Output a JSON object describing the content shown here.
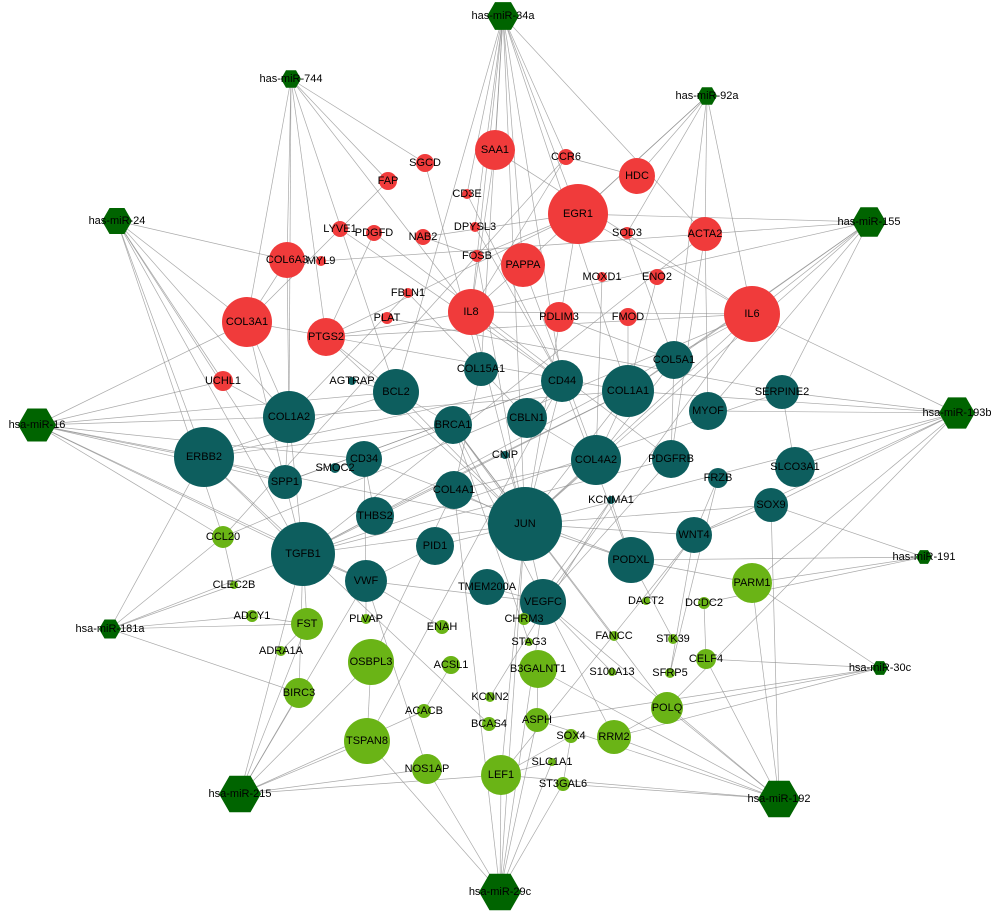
{
  "colors": {
    "mirna": "#006400",
    "upregulated": "#f03b3b",
    "hub": "#0d5e5e",
    "downregulated": "#6ab416",
    "edge": "#8c8c8c"
  },
  "nodes": [
    {
      "id": "hsa-miR-34a",
      "label": "has-miR-34a",
      "group": "mirna"
    },
    {
      "id": "hsa-miR-744",
      "label": "has-miR-744",
      "group": "mirna"
    },
    {
      "id": "hsa-miR-92a",
      "label": "has-miR-92a",
      "group": "mirna"
    },
    {
      "id": "hsa-miR-24",
      "label": "has-miR-24",
      "group": "mirna"
    },
    {
      "id": "hsa-miR-155",
      "label": "has-miR-155",
      "group": "mirna"
    },
    {
      "id": "hsa-miR-16",
      "label": "hsa-miR-16",
      "group": "mirna"
    },
    {
      "id": "hsa-miR-193b",
      "label": "hsa-miR-193b",
      "group": "mirna"
    },
    {
      "id": "hsa-miR-191",
      "label": "has-miR-191",
      "group": "mirna"
    },
    {
      "id": "hsa-miR-181a",
      "label": "hsa-miR-181a",
      "group": "mirna"
    },
    {
      "id": "hsa-miR-30c",
      "label": "hsa-miR-30c",
      "group": "mirna"
    },
    {
      "id": "hsa-miR-215",
      "label": "hsa-miR-215",
      "group": "mirna"
    },
    {
      "id": "hsa-miR-192",
      "label": "hsa-miR-192",
      "group": "mirna"
    },
    {
      "id": "hsa-miR-29c",
      "label": "hsa-miR-29c",
      "group": "mirna"
    },
    {
      "id": "SAA1",
      "label": "SAA1",
      "group": "upregulated"
    },
    {
      "id": "CCR6",
      "label": "CCR6",
      "group": "upregulated"
    },
    {
      "id": "SGCD",
      "label": "SGCD",
      "group": "upregulated"
    },
    {
      "id": "HDC",
      "label": "HDC",
      "group": "upregulated"
    },
    {
      "id": "FAP",
      "label": "FAP",
      "group": "upregulated"
    },
    {
      "id": "CD3E",
      "label": "CD3E",
      "group": "upregulated"
    },
    {
      "id": "EGR1",
      "label": "EGR1",
      "group": "upregulated"
    },
    {
      "id": "LYVE1",
      "label": "LYVE1",
      "group": "upregulated"
    },
    {
      "id": "PDGFD",
      "label": "PDGFD",
      "group": "upregulated"
    },
    {
      "id": "DPYSL3",
      "label": "DPYSL3",
      "group": "upregulated"
    },
    {
      "id": "SOD3",
      "label": "SOD3",
      "group": "upregulated"
    },
    {
      "id": "ACTA2",
      "label": "ACTA2",
      "group": "upregulated"
    },
    {
      "id": "NAB2",
      "label": "NAB2",
      "group": "upregulated"
    },
    {
      "id": "COL6A3",
      "label": "COL6A3",
      "group": "upregulated"
    },
    {
      "id": "MYL9",
      "label": "MYL9",
      "group": "upregulated"
    },
    {
      "id": "FOSB",
      "label": "FOSB",
      "group": "upregulated"
    },
    {
      "id": "PAPPA",
      "label": "PAPPA",
      "group": "upregulated"
    },
    {
      "id": "MOXD1",
      "label": "MOXD1",
      "group": "upregulated"
    },
    {
      "id": "ENO2",
      "label": "ENO2",
      "group": "upregulated"
    },
    {
      "id": "FBLN1",
      "label": "FBLN1",
      "group": "upregulated"
    },
    {
      "id": "COL3A1",
      "label": "COL3A1",
      "group": "upregulated"
    },
    {
      "id": "PLAT",
      "label": "PLAT",
      "group": "upregulated"
    },
    {
      "id": "IL8",
      "label": "IL8",
      "group": "upregulated"
    },
    {
      "id": "PDLIM3",
      "label": "PDLIM3",
      "group": "upregulated"
    },
    {
      "id": "FMOD",
      "label": "FMOD",
      "group": "upregulated"
    },
    {
      "id": "IL6",
      "label": "IL6",
      "group": "upregulated"
    },
    {
      "id": "PTGS2",
      "label": "PTGS2",
      "group": "upregulated"
    },
    {
      "id": "UCHL1",
      "label": "UCHL1",
      "group": "upregulated"
    },
    {
      "id": "AGTRAP",
      "label": "AGTRAP",
      "group": "hub"
    },
    {
      "id": "COL15A1",
      "label": "COL15A1",
      "group": "hub"
    },
    {
      "id": "CD44",
      "label": "CD44",
      "group": "hub"
    },
    {
      "id": "COL5A1",
      "label": "COL5A1",
      "group": "hub"
    },
    {
      "id": "BCL2",
      "label": "BCL2",
      "group": "hub"
    },
    {
      "id": "COL1A1",
      "label": "COL1A1",
      "group": "hub"
    },
    {
      "id": "SERPINE2",
      "label": "SERPINE2",
      "group": "hub"
    },
    {
      "id": "COL1A2",
      "label": "COL1A2",
      "group": "hub"
    },
    {
      "id": "BRCA1",
      "label": "BRCA1",
      "group": "hub"
    },
    {
      "id": "CBLN1",
      "label": "CBLN1",
      "group": "hub"
    },
    {
      "id": "MYOF",
      "label": "MYOF",
      "group": "hub"
    },
    {
      "id": "ERBB2",
      "label": "ERBB2",
      "group": "hub"
    },
    {
      "id": "CD34",
      "label": "CD34",
      "group": "hub"
    },
    {
      "id": "CNIP",
      "label": "CNIP",
      "group": "hub"
    },
    {
      "id": "COL4A2",
      "label": "COL4A2",
      "group": "hub"
    },
    {
      "id": "PDGFRB",
      "label": "PDGFRB",
      "group": "hub"
    },
    {
      "id": "SLCO3A1",
      "label": "SLCO3A1",
      "group": "hub"
    },
    {
      "id": "SMOC2",
      "label": "SMOC2",
      "group": "hub"
    },
    {
      "id": "SPP1",
      "label": "SPP1",
      "group": "hub"
    },
    {
      "id": "COL4A1",
      "label": "COL4A1",
      "group": "hub"
    },
    {
      "id": "FRZB",
      "label": "FRZB",
      "group": "hub"
    },
    {
      "id": "KCNMA1",
      "label": "KCNMA1",
      "group": "hub"
    },
    {
      "id": "THBS2",
      "label": "THBS2",
      "group": "hub"
    },
    {
      "id": "JUN",
      "label": "JUN",
      "group": "hub"
    },
    {
      "id": "SOX9",
      "label": "SOX9",
      "group": "hub"
    },
    {
      "id": "WNT4",
      "label": "WNT4",
      "group": "hub"
    },
    {
      "id": "TGFB1",
      "label": "TGFB1",
      "group": "hub"
    },
    {
      "id": "PID1",
      "label": "PID1",
      "group": "hub"
    },
    {
      "id": "PODXL",
      "label": "PODXL",
      "group": "hub"
    },
    {
      "id": "VWF",
      "label": "VWF",
      "group": "hub"
    },
    {
      "id": "TMEM200A",
      "label": "TMEM200A",
      "group": "hub"
    },
    {
      "id": "VEGFC",
      "label": "VEGFC",
      "group": "hub"
    },
    {
      "id": "CCL20",
      "label": "CCL20",
      "group": "downregulated"
    },
    {
      "id": "CLEC2B",
      "label": "CLEC2B",
      "group": "downregulated"
    },
    {
      "id": "PARM1",
      "label": "PARM1",
      "group": "downregulated"
    },
    {
      "id": "DACT2",
      "label": "DACT2",
      "group": "downregulated"
    },
    {
      "id": "DCDC2",
      "label": "DCDC2",
      "group": "downregulated"
    },
    {
      "id": "ADCY1",
      "label": "ADCY1",
      "group": "downregulated"
    },
    {
      "id": "FST",
      "label": "FST",
      "group": "downregulated"
    },
    {
      "id": "PLVAP",
      "label": "PLVAP",
      "group": "downregulated"
    },
    {
      "id": "CHRM3",
      "label": "CHRM3",
      "group": "downregulated"
    },
    {
      "id": "ENAH",
      "label": "ENAH",
      "group": "downregulated"
    },
    {
      "id": "FANCC",
      "label": "FANCC",
      "group": "downregulated"
    },
    {
      "id": "STK39",
      "label": "STK39",
      "group": "downregulated"
    },
    {
      "id": "ADRA1A",
      "label": "ADRA1A",
      "group": "downregulated"
    },
    {
      "id": "STAG3",
      "label": "STAG3",
      "group": "downregulated"
    },
    {
      "id": "OSBPL3",
      "label": "OSBPL3",
      "group": "downregulated"
    },
    {
      "id": "ACSL1",
      "label": "ACSL1",
      "group": "downregulated"
    },
    {
      "id": "B3GALNT1",
      "label": "B3GALNT1",
      "group": "downregulated"
    },
    {
      "id": "S100A13",
      "label": "S100A13",
      "group": "downregulated"
    },
    {
      "id": "SFRP5",
      "label": "SFRP5",
      "group": "downregulated"
    },
    {
      "id": "CELF4",
      "label": "CELF4",
      "group": "downregulated"
    },
    {
      "id": "BIRC3",
      "label": "BIRC3",
      "group": "downregulated"
    },
    {
      "id": "KCNN2",
      "label": "KCNN2",
      "group": "downregulated"
    },
    {
      "id": "ACACB",
      "label": "ACACB",
      "group": "downregulated"
    },
    {
      "id": "POLQ",
      "label": "POLQ",
      "group": "downregulated"
    },
    {
      "id": "BCAS4",
      "label": "BCAS4",
      "group": "downregulated"
    },
    {
      "id": "ASPH",
      "label": "ASPH",
      "group": "downregulated"
    },
    {
      "id": "TSPAN8",
      "label": "TSPAN8",
      "group": "downregulated"
    },
    {
      "id": "SOX4",
      "label": "SOX4",
      "group": "downregulated"
    },
    {
      "id": "RRM2",
      "label": "RRM2",
      "group": "downregulated"
    },
    {
      "id": "NOS1AP",
      "label": "NOS1AP",
      "group": "downregulated"
    },
    {
      "id": "SLC1A1",
      "label": "SLC1A1",
      "group": "downregulated"
    },
    {
      "id": "LEF1",
      "label": "LEF1",
      "group": "downregulated"
    },
    {
      "id": "ST3GAL6",
      "label": "ST3GAL6",
      "group": "downregulated"
    }
  ]
}
